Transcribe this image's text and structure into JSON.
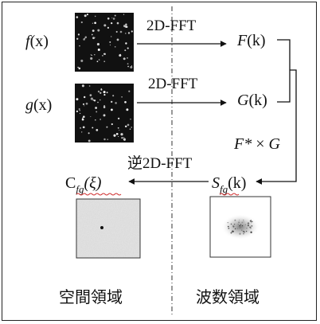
{
  "signals": {
    "f": {
      "fn": "f",
      "var": "(x)"
    },
    "g": {
      "fn": "g",
      "var": "(x)"
    },
    "F": {
      "fn": "F",
      "var": "(k)"
    },
    "G": {
      "fn": "G",
      "var": "(k)"
    }
  },
  "transforms": {
    "fft_top": "2D-FFT",
    "fft_bottom": "2D-FFT",
    "inverse": "逆2D-FFT"
  },
  "operation": {
    "conj": "F*",
    "times": "×",
    "g": "G"
  },
  "outputs": {
    "correlation": {
      "base": "C",
      "sub": "fg",
      "arg": "(ξ)"
    },
    "cross_spectrum": {
      "base": "S",
      "sub": "fg",
      "arg": "(k)"
    }
  },
  "domains": {
    "spatial": "空間領域",
    "frequency": "波数領域"
  },
  "colors": {
    "wavy_underline": "#d03030",
    "ink": "#111111",
    "dashed_divider": "#333333"
  }
}
